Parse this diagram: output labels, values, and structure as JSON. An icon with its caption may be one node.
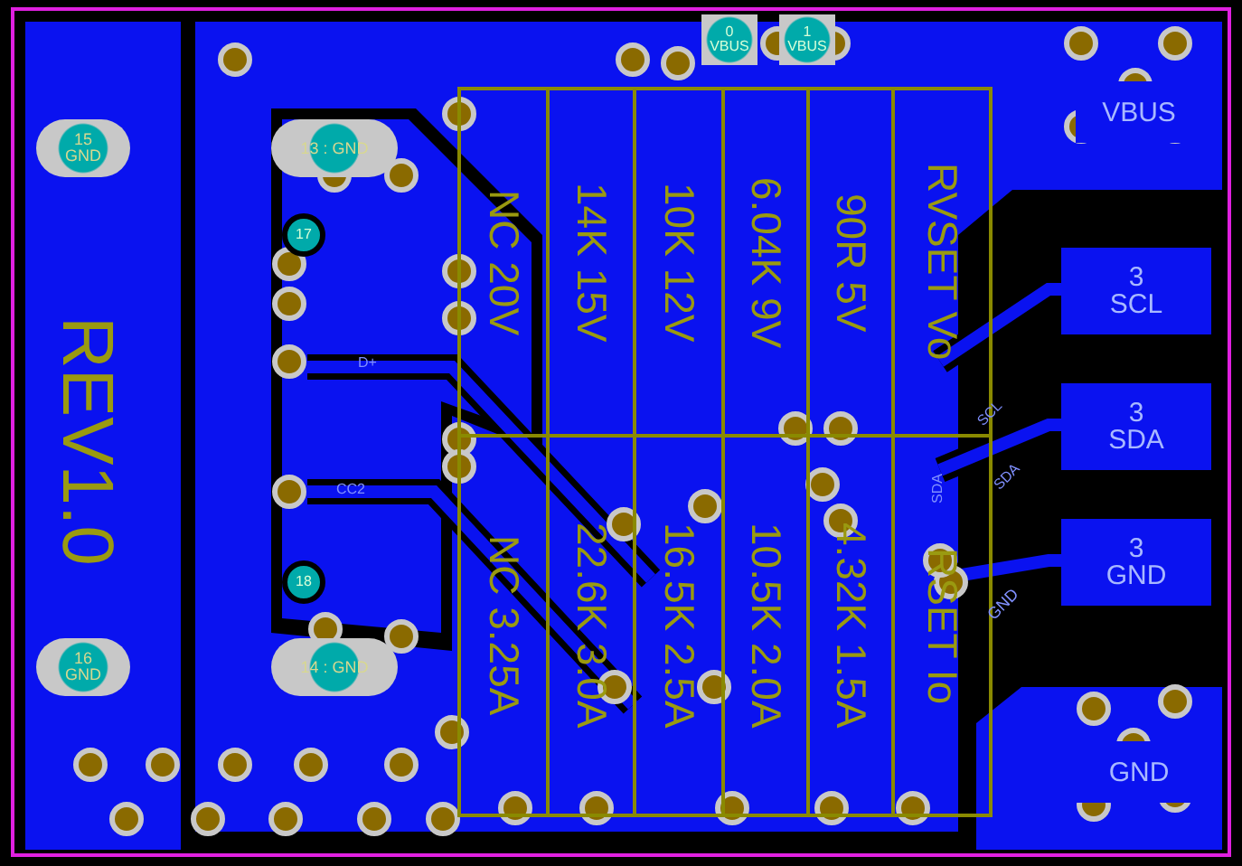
{
  "diagram": {
    "nodes": [
      {
        "text": [
          "0",
          "VBUS"
        ]
      },
      {
        "text": [
          "1",
          "VBUS"
        ]
      },
      {
        "text": [
          "VBUS"
        ]
      },
      {
        "text": [
          "15",
          "GND"
        ]
      },
      {
        "text": [
          "13 : GND"
        ]
      },
      {
        "text": [
          "17"
        ]
      },
      {
        "text": [
          "3",
          "SCL"
        ]
      },
      {
        "text": [
          "3",
          "SDA"
        ]
      },
      {
        "text": [
          "3",
          "GND"
        ]
      },
      {
        "text": [
          "18"
        ]
      },
      {
        "text": [
          "16",
          "GND"
        ]
      },
      {
        "text": [
          "14 : GND"
        ]
      },
      {
        "text": [
          "GND"
        ]
      },
      {
        "text": [
          "NC 20V"
        ]
      },
      {
        "text": [
          "14K 15V"
        ]
      },
      {
        "text": [
          "10K 12V"
        ]
      },
      {
        "text": [
          "6.04K 9V"
        ]
      },
      {
        "text": [
          "90R 5V"
        ]
      },
      {
        "text": [
          "RVSET Vo"
        ]
      },
      {
        "text": [
          "NC 3.25A"
        ]
      },
      {
        "text": [
          "22.6K 3.0A"
        ]
      },
      {
        "text": [
          "16.5K 2.5A"
        ]
      },
      {
        "text": [
          "10.5K 2.0A"
        ]
      },
      {
        "text": [
          "4.32K 1.5A"
        ]
      },
      {
        "text": [
          "RSET Io"
        ]
      }
    ],
    "labels": [
      "REV1.0",
      "D+",
      "CC2",
      "SCL",
      "SDA",
      "SDA",
      "GND"
    ]
  }
}
